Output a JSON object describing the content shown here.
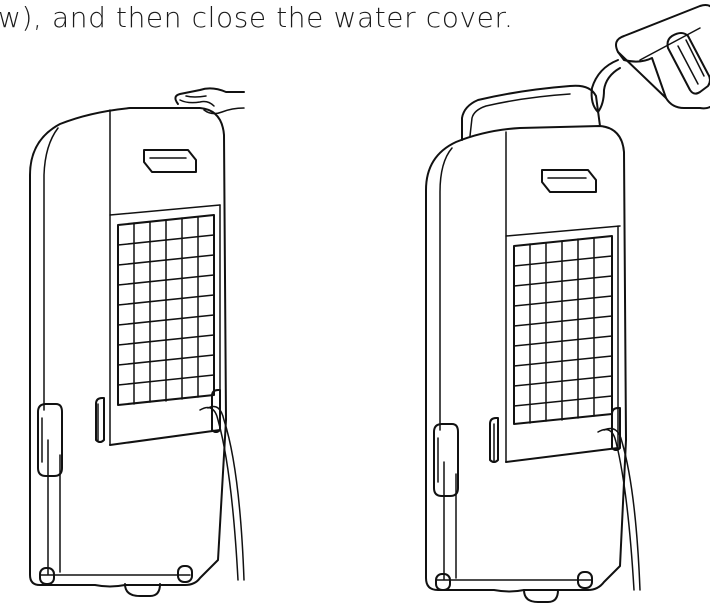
{
  "instruction": {
    "caption": "w), and then close the water cover."
  },
  "figure": {
    "left_unit": "air-cooler-closing-cover",
    "right_unit": "air-cooler-filling-water"
  },
  "colors": {
    "line": "#111111",
    "background": "#ffffff",
    "text": "#1a1a1a"
  }
}
